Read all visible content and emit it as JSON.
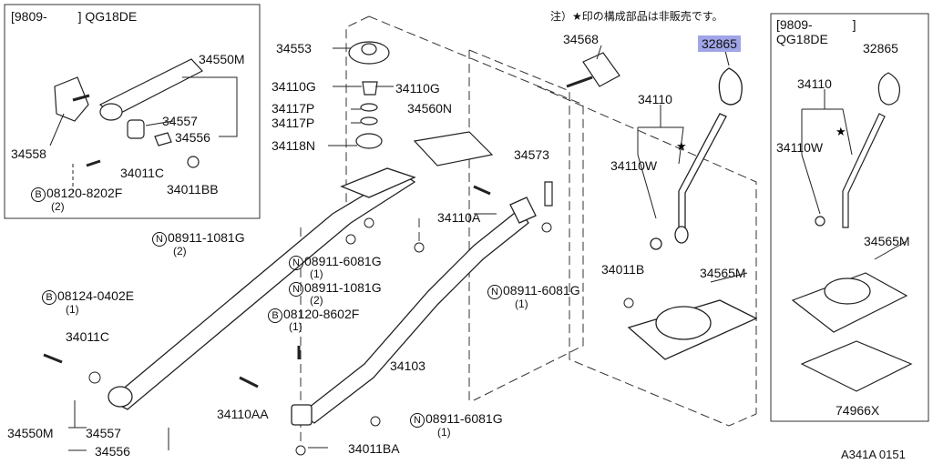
{
  "note": "注）★印の構成部品は非販売です。",
  "figure_code": "A341A 0151",
  "inset_left": {
    "header_date": "[9809-",
    "header_close": "]",
    "header_model": "QG18DE",
    "labels": {
      "p34550M": "34550M",
      "p34557": "34557",
      "p34556": "34556",
      "p34558": "34558",
      "p34011C": "34011C",
      "p34011BB": "34011BB",
      "bolt_code": "08120-8202F",
      "bolt_qty": "(2)",
      "bolt_prefix": "B"
    }
  },
  "inset_right": {
    "header_date": "[9809-",
    "header_close": "]",
    "header_model": "QG18DE",
    "labels": {
      "p32865": "32865",
      "p34110": "34110",
      "p34110W": "34110W",
      "p34565M": "34565M",
      "p74966X": "74966X"
    }
  },
  "main": {
    "labels": {
      "p34553": "34553",
      "p34110G_a": "34110G",
      "p34110G_b": "34110G",
      "p34117P_a": "34117P",
      "p34117P_b": "34117P",
      "p34118N": "34118N",
      "p34560N": "34560N",
      "p34568": "34568",
      "p32865": "32865",
      "p34110": "34110",
      "p34110W": "34110W",
      "p34573": "34573",
      "p34110A": "34110A",
      "p34011B": "34011B",
      "p34565M": "34565M",
      "p34103": "34103",
      "p34011C": "34011C",
      "p34550M": "34550M",
      "p34557": "34557",
      "p34556": "34556",
      "p34110AA": "34110AA",
      "p34011BA": "34011BA"
    },
    "fasteners": {
      "n1": {
        "prefix": "N",
        "code": "08911-1081G",
        "qty": "(2)"
      },
      "n2": {
        "prefix": "N",
        "code": "08911-6081G",
        "qty": "(1)"
      },
      "n3": {
        "prefix": "N",
        "code": "08911-1081G",
        "qty": "(2)"
      },
      "n4": {
        "prefix": "N",
        "code": "08911-6081G",
        "qty": "(1)"
      },
      "n5": {
        "prefix": "N",
        "code": "08911-6081G",
        "qty": "(1)"
      },
      "b1": {
        "prefix": "B",
        "code": "08124-0402E",
        "qty": "(1)"
      },
      "b2": {
        "prefix": "B",
        "code": "08120-8602F",
        "qty": "(1)"
      }
    }
  }
}
